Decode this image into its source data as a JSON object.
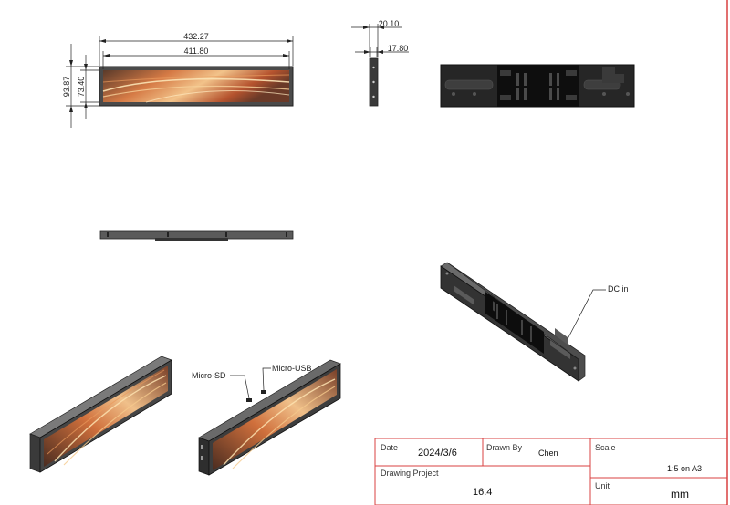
{
  "dimensions": {
    "overall_width": "432.27",
    "active_width": "411.80",
    "overall_height": "93.87",
    "active_height": "73.40",
    "overall_depth": "20.10",
    "body_depth": "17.80"
  },
  "callouts": {
    "dc_in": "DC in",
    "micro_sd": "Micro-SD",
    "micro_usb": "Micro-USB"
  },
  "title_block": {
    "date_label": "Date",
    "date_value": "2024/3/6",
    "drawn_by_label": "Drawn By",
    "drawn_by_value": "Chen",
    "scale_label": "Scale",
    "scale_value": "1:5  on A3",
    "project_label": "Drawing Project",
    "project_value": "16.4",
    "unit_label": "Unit",
    "unit_value": "mm"
  },
  "colors": {
    "line": "#222222",
    "frame": "#d94040",
    "bezel": "#3a3a3a",
    "back_plate": "#141414",
    "screen_warm": "#c8643a"
  }
}
